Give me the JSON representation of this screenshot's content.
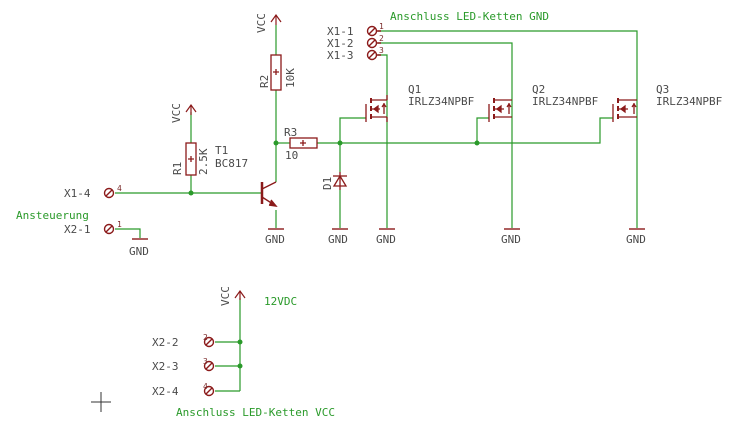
{
  "labels": {
    "title_gnd": "Anschluss LED-Ketten GND",
    "title_vcc": "Anschluss LED-Ketten VCC",
    "ansteuerung": "Ansteuerung",
    "v12": "12VDC"
  },
  "connectors": {
    "x1_1": "X1-1",
    "x1_2": "X1-2",
    "x1_3": "X1-3",
    "x1_4": "X1-4",
    "x2_1": "X2-1",
    "x2_2": "X2-2",
    "x2_3": "X2-3",
    "x2_4": "X2-4"
  },
  "pins": {
    "p1": "1",
    "p2": "2",
    "p3": "3",
    "p4": "4"
  },
  "parts": {
    "r1": "R1",
    "r1_val": "2.5K",
    "r2": "R2",
    "r2_val": "10K",
    "r3": "R3",
    "r3_val": "10",
    "t1": "T1",
    "t1_val": "BC817",
    "d1": "D1",
    "q1": "Q1",
    "q2": "Q2",
    "q3": "Q3",
    "mosfet": "IRLZ34NPBF"
  },
  "power": {
    "vcc": "VCC",
    "gnd": "GND"
  },
  "colors": {
    "wire": "#2a9a2a",
    "symbol": "#8b1a1a",
    "text": "#4a4a4a",
    "pin": "#8b2020"
  }
}
